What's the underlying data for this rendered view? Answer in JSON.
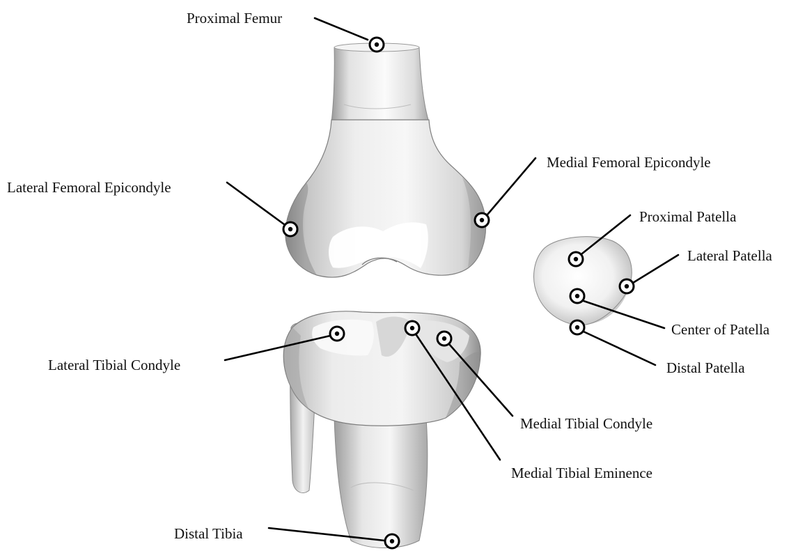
{
  "figure": {
    "bones": [
      "Femur",
      "Tibia",
      "Fibula",
      "Patella"
    ],
    "landmarks": [
      {
        "id": "proximal-femur",
        "label": "Proximal Femur"
      },
      {
        "id": "lateral-femoral-epicondyle",
        "label": "Lateral Femoral Epicondyle"
      },
      {
        "id": "medial-femoral-epicondyle",
        "label": "Medial Femoral Epicondyle"
      },
      {
        "id": "proximal-patella",
        "label": "Proximal Patella"
      },
      {
        "id": "lateral-patella",
        "label": "Lateral Patella"
      },
      {
        "id": "center-of-patella",
        "label": "Center of Patella"
      },
      {
        "id": "distal-patella",
        "label": "Distal Patella"
      },
      {
        "id": "lateral-tibial-condyle",
        "label": "Lateral Tibial Condyle"
      },
      {
        "id": "medial-tibial-condyle",
        "label": "Medial Tibial Condyle"
      },
      {
        "id": "medial-tibial-eminence",
        "label": "Medial Tibial Eminence"
      },
      {
        "id": "distal-tibia",
        "label": "Distal Tibia"
      }
    ]
  },
  "colors": {
    "background": "#ffffff",
    "bone_light": "#fafafa",
    "bone_mid": "#dedede",
    "bone_dark": "#8c8c8c",
    "ink": "#000000"
  }
}
